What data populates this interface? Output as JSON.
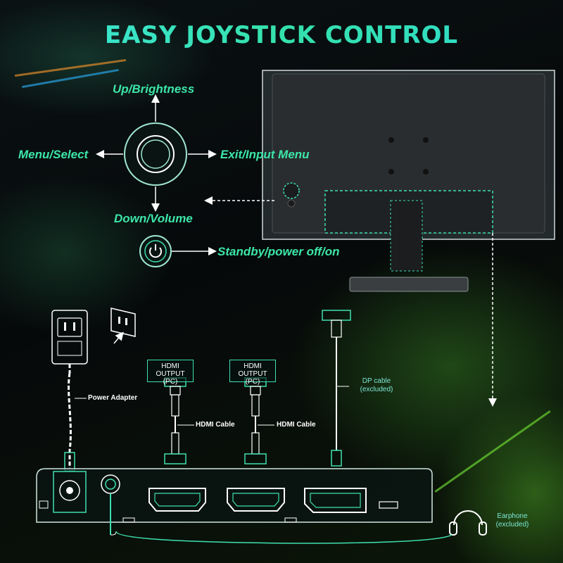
{
  "title": "EASY JOYSTICK CONTROL",
  "joystick": {
    "up_label": "Up/Brightness",
    "down_label": "Down/Volume",
    "left_label": "Menu/Select",
    "right_label": "Exit/Input Menu",
    "power_label": "Standby/power off/on"
  },
  "connections": {
    "power_adapter_label": "Power Adapter",
    "hdmi_output_1": "HDMI OUTPUT (PC)",
    "hdmi_output_2": "HDMI OUTPUT (PC)",
    "hdmi_cable_1": "HDMI Cable",
    "hdmi_cable_2": "HDMI Cable",
    "dp_cable_label": "DP cable (excluded)",
    "earphone_label": "Earphone (excluded)"
  },
  "colors": {
    "accent": "#3ce6a8",
    "line": "#3fe0b0",
    "title_gradient_start": "#3fe8e6",
    "monitor_body": "#2a2d2f"
  },
  "icons": [
    "power-icon",
    "wall-outlet-icon",
    "power-adapter-icon",
    "earphone-icon",
    "hdmi-port-icon",
    "displayport-icon",
    "audio-jack-icon",
    "dc-in-port-icon"
  ]
}
